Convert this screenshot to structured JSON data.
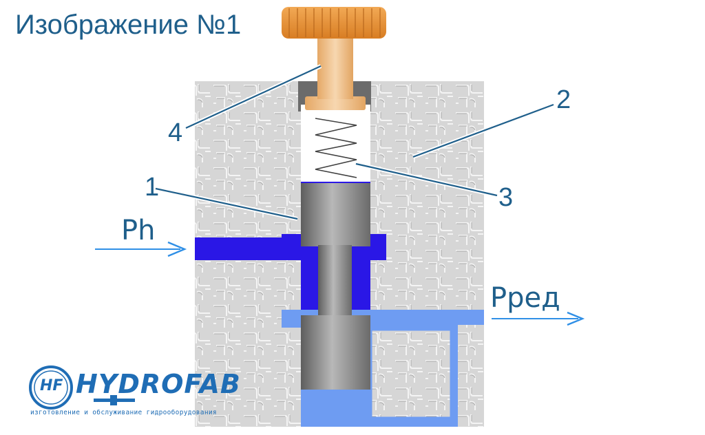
{
  "title": "Изображение №1",
  "labels": {
    "n1": "1",
    "n2": "2",
    "n3": "3",
    "n4": "4"
  },
  "flows": {
    "inlet": "Ph",
    "outlet": "Рред"
  },
  "logo": {
    "mark": "HF",
    "name": "HYDROFAB",
    "tagline": "изготовление и обслуживание гидрооборудования"
  },
  "colors": {
    "high_pressure": "#2a17e6",
    "reduced_pressure": "#6e9cf2",
    "knob": "#e8923a",
    "stem": "#f3c99a",
    "body": "#d3d3d3",
    "spool": "#8e8e8e",
    "text": "#1f5f8b",
    "arrow": "#2f8fe6"
  }
}
